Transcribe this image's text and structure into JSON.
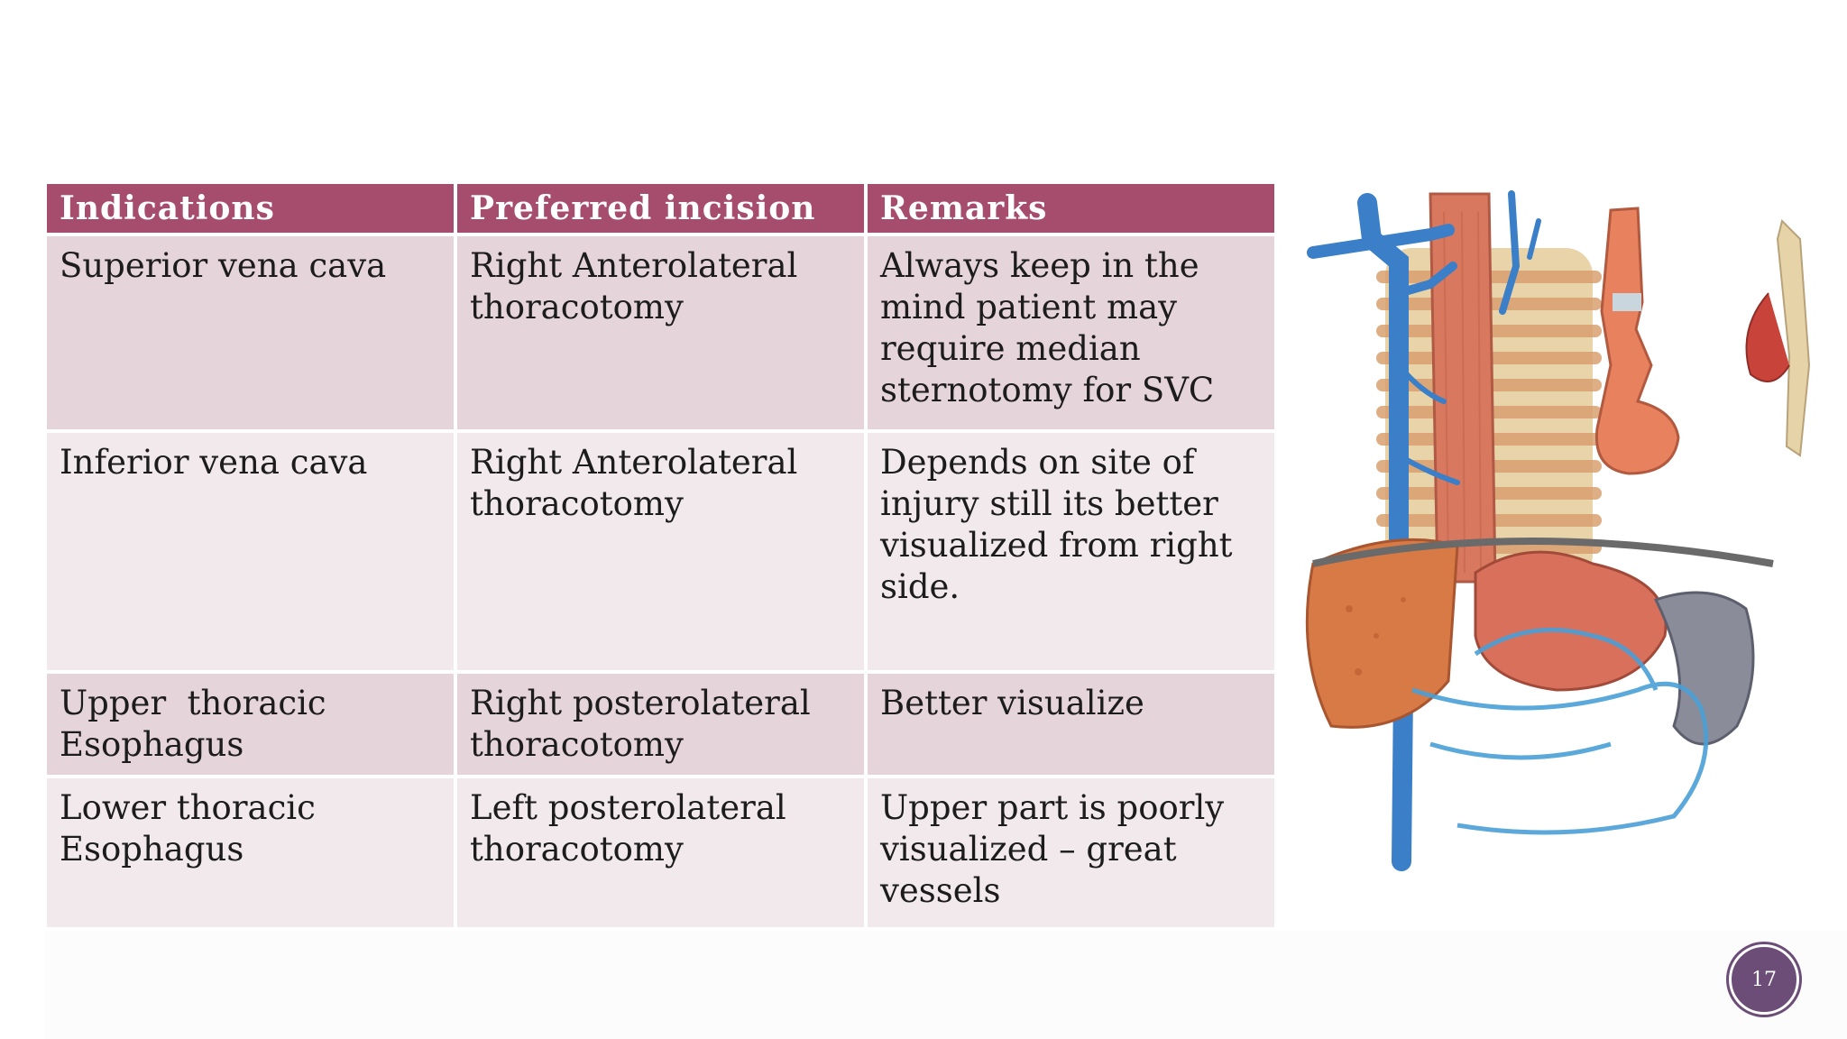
{
  "table": {
    "headers": [
      "Indications",
      "Preferred incision",
      "Remarks"
    ],
    "rows": [
      [
        "Superior vena cava",
        "Right Anterolateral thoracotomy",
        "Always keep in the mind patient may require median sternotomy for SVC"
      ],
      [
        "Inferior vena cava",
        "Right Anterolateral thoracotomy",
        "Depends on site of injury still its better visualized from right side."
      ],
      [
        "Upper  thoracic Esophagus",
        "Right posterolateral thoracotomy",
        "Better visualize"
      ],
      [
        "Lower thoracic Esophagus",
        "Left posterolateral thoracotomy",
        "Upper part is poorly visualized – great vessels"
      ]
    ]
  },
  "page_number": "17",
  "colors": {
    "header_bg": "#a64d6e",
    "row_odd": "#e5d4da",
    "row_even": "#f1e9ec",
    "badge": "#6b4d78"
  },
  "illustration": "esophagus-venous-anatomy-illustration"
}
